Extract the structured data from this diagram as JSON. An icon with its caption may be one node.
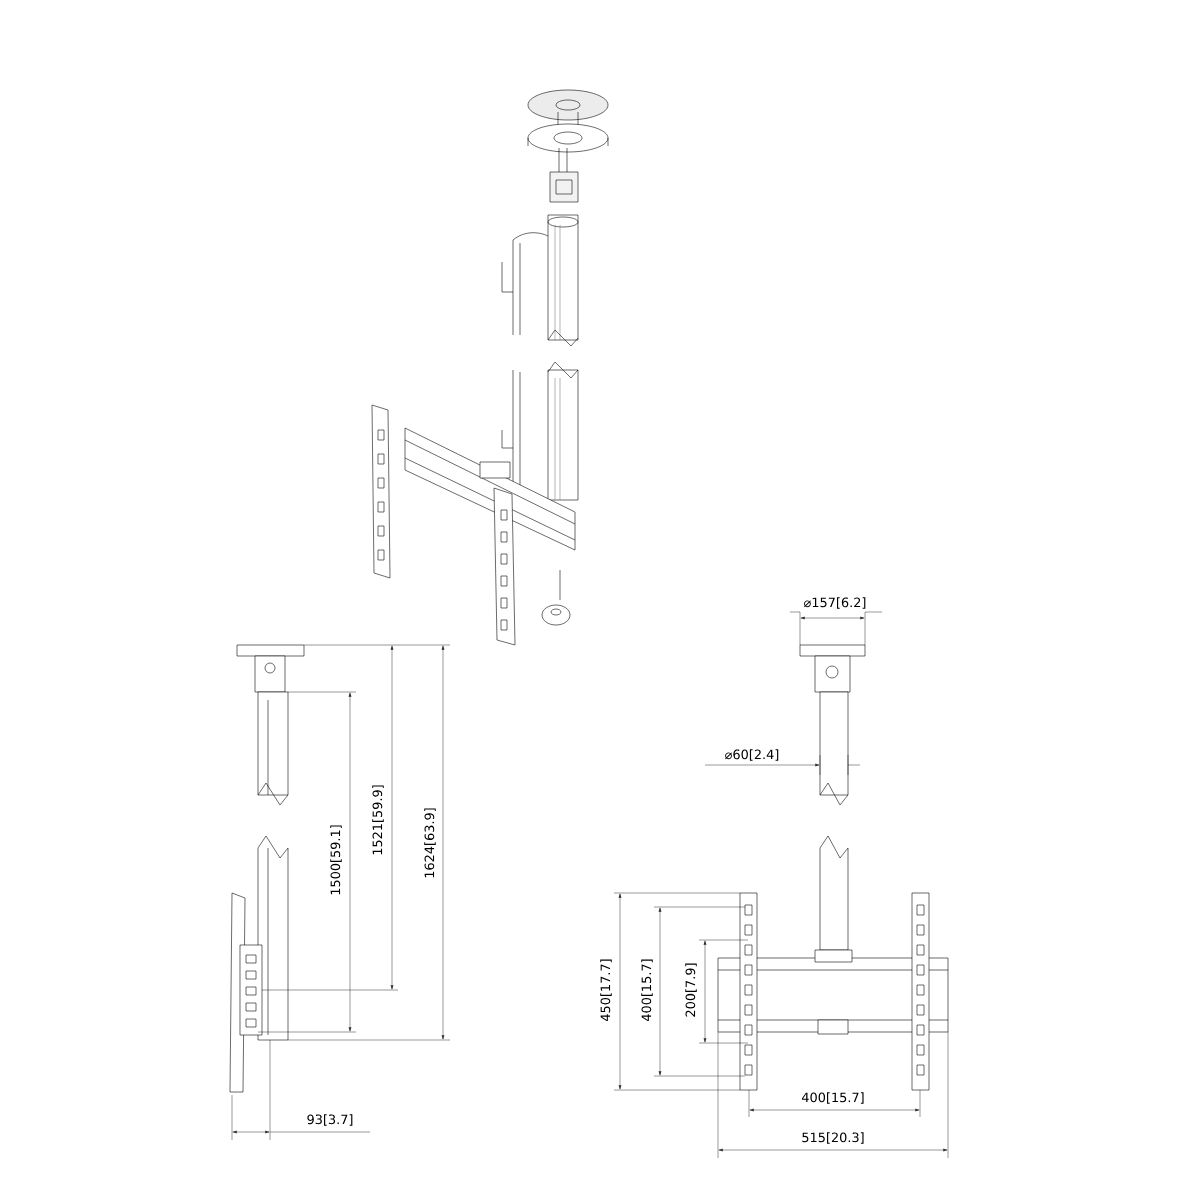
{
  "diagram": {
    "labels": [
      "⌀157[6.2]",
      "⌀60[2.4]",
      "1500[59.1]",
      "1521[59.9]",
      "1624[63.9]",
      "450[17.7]",
      "400[15.7]",
      "200[7.9]",
      "93[3.7]",
      "400[15.7]",
      "515[20.3]"
    ]
  }
}
